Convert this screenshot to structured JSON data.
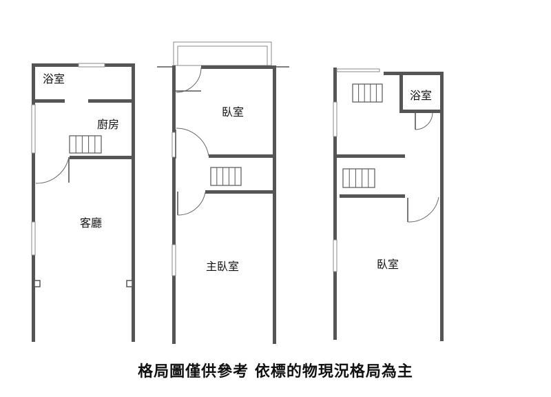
{
  "floors": [
    {
      "rooms": [
        {
          "key": "bathroom",
          "label": "浴室"
        },
        {
          "key": "kitchen",
          "label": "廚房"
        },
        {
          "key": "living-room",
          "label": "客廳"
        }
      ]
    },
    {
      "rooms": [
        {
          "key": "bedroom",
          "label": "臥室"
        },
        {
          "key": "master-bedroom",
          "label": "主臥室"
        }
      ]
    },
    {
      "rooms": [
        {
          "key": "bathroom",
          "label": "浴室"
        },
        {
          "key": "bedroom",
          "label": "臥室"
        }
      ]
    }
  ],
  "caption": "格局圖僅供參考 依標的物現況格局為主"
}
